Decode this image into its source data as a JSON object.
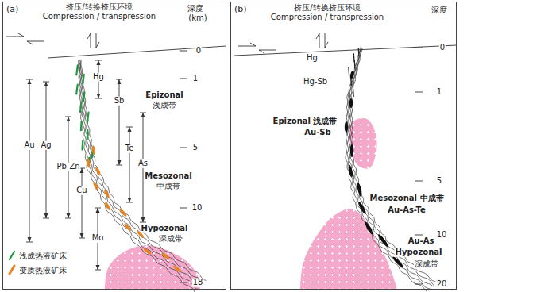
{
  "diagram": {
    "nodes": [
      {
        "text": [
          "(a)"
        ]
      },
      {
        "text": [
          "(b)"
        ]
      }
    ],
    "labels": [
      "挤压/转换挤压环境",
      "Compression / transpression",
      "深度",
      "(km)",
      "0",
      "1",
      "5",
      "10",
      "18",
      "Hg",
      "Sb",
      "Te",
      "As",
      "Au",
      "Ag",
      "Pb-Zn",
      "Cu",
      "Mo",
      "Epizonal",
      "浅成带",
      "Mesozonal",
      "中成带",
      "Hypozonal",
      "深成带",
      "挤压/转换挤压环境",
      "Compression / transpression",
      "深度",
      "0",
      "1",
      "5",
      "10",
      "20",
      "Hg",
      "Hg-Sb",
      "Epizonal 浅成带",
      "Au-Sb",
      "Mesozonal 中成带",
      "Au-As-Te",
      "Hypozonal",
      "Au-As",
      "深成带"
    ],
    "legend": [
      {
        "text": "浅成热液矿床"
      },
      {
        "text": "变质热液矿床"
      }
    ]
  }
}
